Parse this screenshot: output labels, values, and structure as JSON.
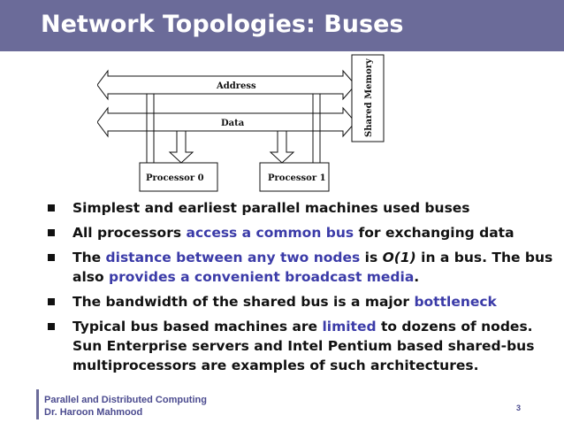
{
  "header": {
    "title": "Network Topologies: Buses"
  },
  "diagram": {
    "address_label": "Address",
    "data_label": "Data",
    "shared_memory_label": "Shared Memory",
    "processor0_label": "Processor 0",
    "processor1_label": "Processor 1"
  },
  "bullets": [
    {
      "runs": [
        {
          "text": "Simplest and earliest parallel machines used buses",
          "style": "normal"
        }
      ]
    },
    {
      "runs": [
        {
          "text": "All processors ",
          "style": "normal"
        },
        {
          "text": "access a common bus",
          "style": "highlight"
        },
        {
          "text": " for exchanging data",
          "style": "normal"
        }
      ]
    },
    {
      "runs": [
        {
          "text": "The ",
          "style": "normal"
        },
        {
          "text": "distance between any two nodes",
          "style": "highlight"
        },
        {
          "text": " is ",
          "style": "normal"
        },
        {
          "text": "O(1)",
          "style": "italic"
        },
        {
          "text": " in a bus. The bus also ",
          "style": "normal"
        },
        {
          "text": "provides a convenient broadcast media",
          "style": "highlight"
        },
        {
          "text": ".",
          "style": "normal"
        }
      ]
    },
    {
      "runs": [
        {
          "text": "The bandwidth of the shared bus is a major ",
          "style": "normal"
        },
        {
          "text": "bottleneck",
          "style": "highlight"
        }
      ]
    },
    {
      "runs": [
        {
          "text": "Typical bus based machines are ",
          "style": "normal"
        },
        {
          "text": "limited",
          "style": "highlight"
        },
        {
          "text": " to dozens of nodes. Sun Enterprise servers and Intel Pentium based shared-bus multiprocessors are examples of such architectures.",
          "style": "normal"
        }
      ]
    }
  ],
  "footer": {
    "course": "Parallel and Distributed Computing",
    "author": "Dr. Haroon Mahmood",
    "page_number": "3"
  },
  "colors": {
    "title_bar": "#6b6b99",
    "highlight": "#3b3ba8",
    "footer_text": "#4b4b8f"
  }
}
